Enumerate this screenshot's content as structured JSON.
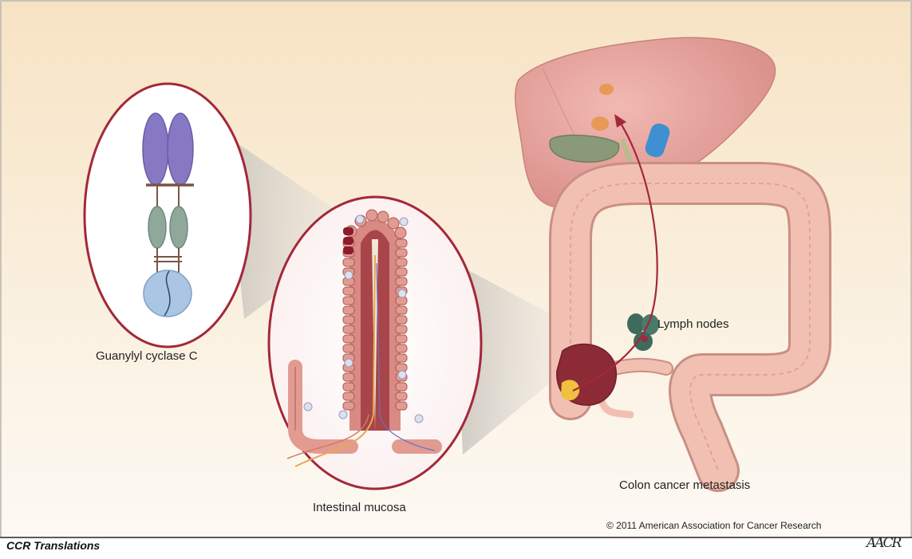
{
  "labels": {
    "receptor": "Guanylyl cyclase C",
    "mucosa": "Intestinal mucosa",
    "lymph": "Lymph nodes",
    "metastasis": "Colon cancer metastasis"
  },
  "copyright": "© 2011 American Association for Cancer Research",
  "footer": {
    "series": "CCR Translations",
    "logo_text": "AACR"
  },
  "colors": {
    "background_top": "#f7e6c8",
    "background_bottom": "#fdf9f2",
    "oval_border": "#a3283a",
    "receptor_purple": "#8678c2",
    "receptor_green": "#8fa89a",
    "receptor_blue": "#aac6e4",
    "liver": "#e9a7a1",
    "colon": "#f2c0b2",
    "lymph_node": "#3f6b5c",
    "metastasis_arrow": "#a3283a",
    "tumor": "#8c2a36",
    "gallbladder": "#8a9a79",
    "vena_cava": "#3f8fd1"
  }
}
